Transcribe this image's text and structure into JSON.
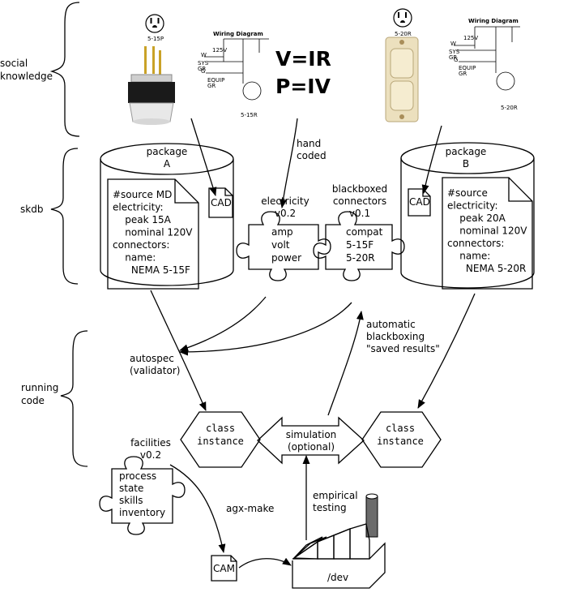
{
  "layers": {
    "social_knowledge": "social\nknowledge",
    "skdb": "skdb",
    "running_code": "running\ncode"
  },
  "equations": [
    "V=IR",
    "P=IV"
  ],
  "plug_left": {
    "code": "5-15P"
  },
  "plug_right": {
    "code": "5-20R"
  },
  "wiring_left": {
    "title": "Wiring Diagram",
    "voltage": "125V",
    "w": "W",
    "sys_gr": "SYS\nGR",
    "g": "G",
    "equip_gr": "EQUIP\nGR",
    "code": "5-15R"
  },
  "wiring_right": {
    "title": "Wiring Diagram",
    "voltage": "125V",
    "w": "W",
    "sys_gr": "SYS\nGR",
    "g": "G",
    "equip_gr": "EQUIP\nGR",
    "code": "5-20R"
  },
  "hand_coded": "hand\ncoded",
  "package_a": {
    "title": "package\nA",
    "doc": "#source MD\nelectricity:\n    peak 15A\n    nominal 120V\nconnectors:\n    name:\n      NEMA 5-15F",
    "cad": "CAD"
  },
  "package_b": {
    "title": "package\nB",
    "doc": "#source\nelectricity:\n    peak 20A\n    nominal 120V\nconnectors:\n    name:\n      NEMA 5-20R",
    "cad": "CAD"
  },
  "electricity": {
    "header": "electricity\nv0.2",
    "body": "amp\nvolt\npower"
  },
  "connectors": {
    "header": "blackboxed\nconnectors\nv0.1",
    "body": "compat\n5-15F\n5-20R"
  },
  "autospec": "autospec\n(validator)",
  "auto_blackbox": "automatic\nblackboxing\n\"saved results\"",
  "class_left": "class\ninstance",
  "class_right": "class\ninstance",
  "simulation": "simulation\n(optional)",
  "facilities": {
    "header": "facilities\nv0.2",
    "body": "process\nstate\nskills\ninventory"
  },
  "agx_make": "agx-make",
  "empirical": "empirical\ntesting",
  "cam": "CAM",
  "dev": "/dev",
  "colors": {
    "factory_roof": "#ff0000",
    "chimney": "#6b6b6b",
    "plug_body": "#1a1a1a",
    "receptacle": "#ece0be"
  }
}
